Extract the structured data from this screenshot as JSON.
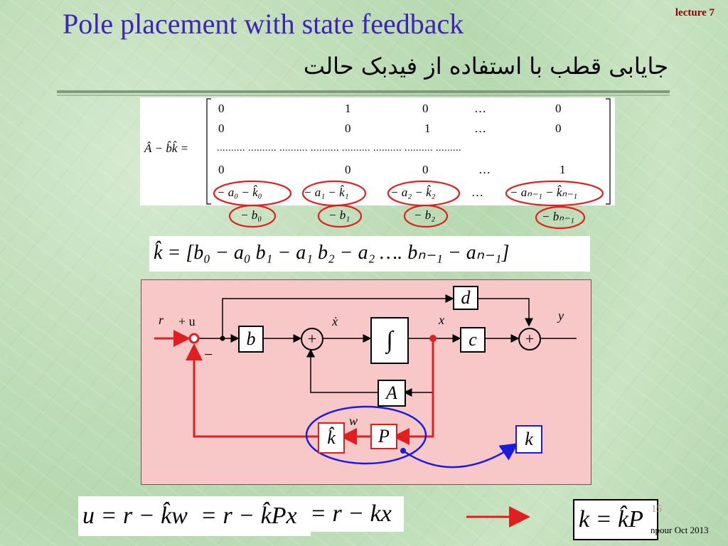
{
  "title": "Pole placement with state feedback",
  "lecture": "lecture 7",
  "subtitle": "جایابی قطب با استفاده از فیدبک حالت",
  "matrix": {
    "lhs": "Â − b̂k̂ =",
    "rows": [
      [
        "0",
        "1",
        "0",
        "…",
        "0"
      ],
      [
        "0",
        "0",
        "1",
        "…",
        "0"
      ],
      [],
      [
        "0",
        "0",
        "0",
        "…",
        "1"
      ],
      [
        "− a₀ − k̂₀",
        "− a₁ − k̂₁",
        "− a₂ − k̂₂",
        "…",
        "− aₙ₋₁ − k̂ₙ₋₁"
      ]
    ],
    "dots": ".......... .......... .......... .......... .......... .......... .......... ........."
  },
  "b_labels": [
    "− b₀",
    "− b₁",
    "− b₂",
    "− bₙ₋₁"
  ],
  "k_hat": "k̂ = [b₀ − a₀   b₁ − a₁   b₂ − a₂   ….   bₙ₋₁ − aₙ₋₁]",
  "diagram": {
    "d": "d",
    "b": "b",
    "c": "c",
    "A": "A",
    "P": "P",
    "khat": "k̂",
    "k": "k",
    "integral": "∫",
    "plus": "+",
    "r": "r",
    "plus_u": "+ u",
    "minus": "−",
    "xdot": "ẋ",
    "x": "x",
    "y": "y",
    "w": "w"
  },
  "eq": {
    "u": "u = r − k̂w",
    "rkpx": "= r − k̂Px",
    "rkx": "= r − kx",
    "k": "k = k̂P"
  },
  "page_number": "15",
  "footer": "npour  Oct 2013"
}
